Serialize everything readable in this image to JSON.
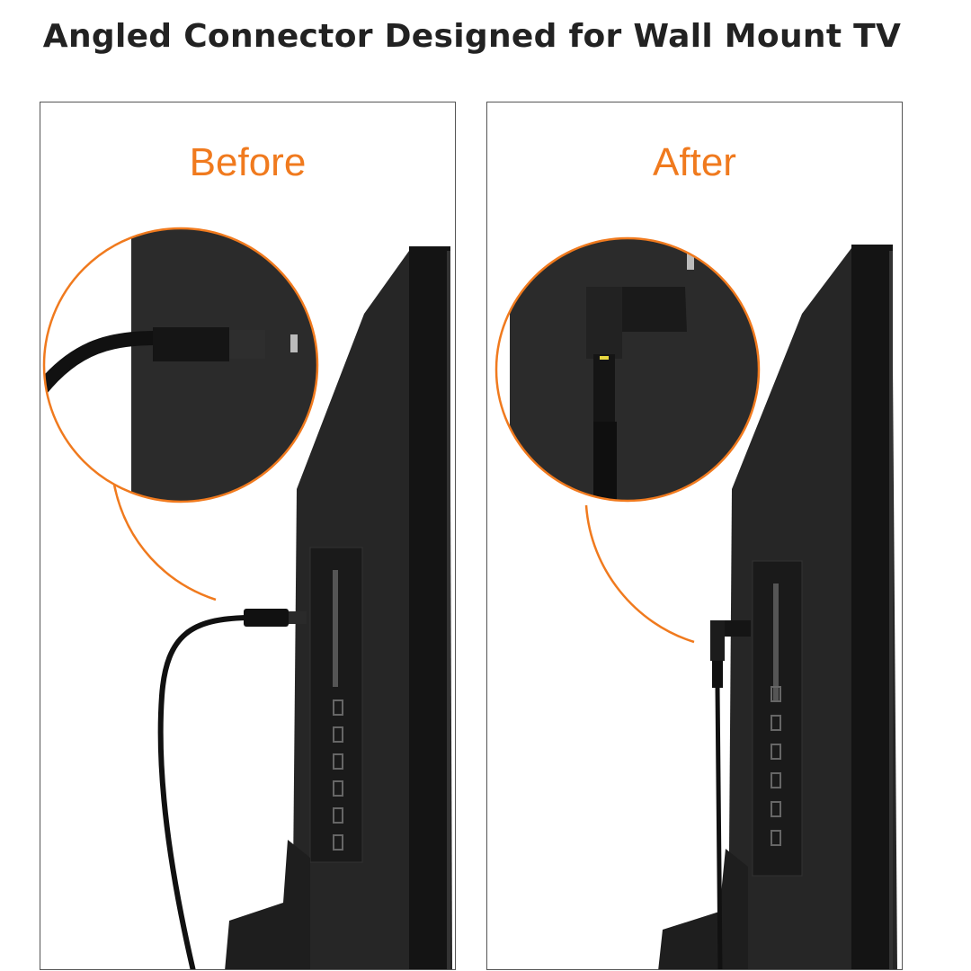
{
  "title": "Angled Connector Designed for Wall Mount TV",
  "panels": [
    {
      "label": "Before"
    },
    {
      "label": "After"
    }
  ],
  "colors": {
    "accent": "#f07a1e",
    "tv": "#1c1c1c",
    "border": "#555555"
  }
}
